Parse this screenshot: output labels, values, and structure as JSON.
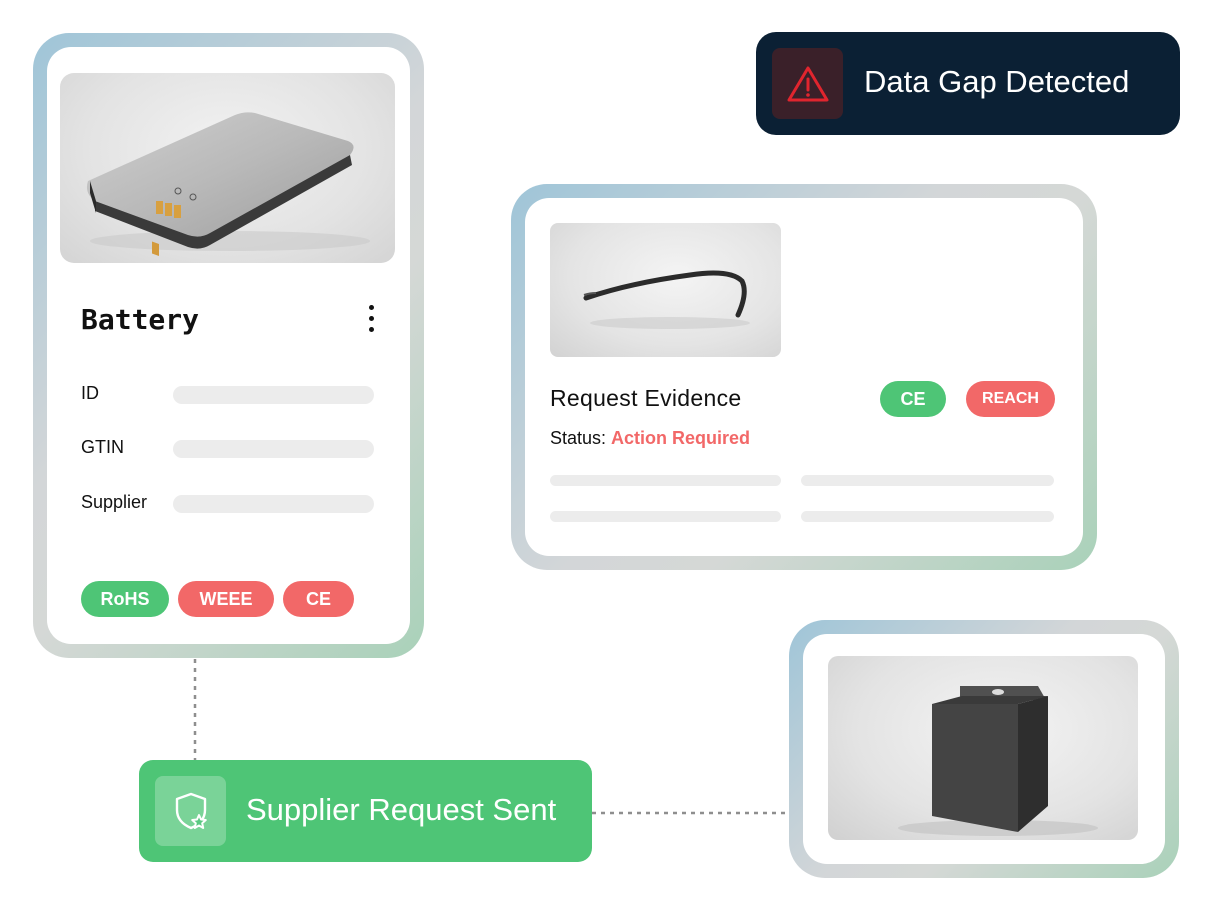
{
  "battery_card": {
    "title": "Battery",
    "fields": [
      {
        "label": "ID"
      },
      {
        "label": "GTIN"
      },
      {
        "label": "Supplier"
      }
    ],
    "badges": [
      {
        "label": "RoHS",
        "color": "#4ec576"
      },
      {
        "label": "WEEE",
        "color": "#f26868"
      },
      {
        "label": "CE",
        "color": "#f26868"
      }
    ]
  },
  "gap_banner": {
    "text": "Data Gap Detected",
    "icon": "warning-triangle-icon",
    "color": "#0b2034"
  },
  "evidence_card": {
    "title": "Request Evidence",
    "status_label": "Status:",
    "status_value": "Action Required",
    "badges": [
      {
        "label": "CE",
        "color": "#4ec576"
      },
      {
        "label": "REACH",
        "color": "#f26868"
      }
    ]
  },
  "supplier_banner": {
    "text": "Supplier Request Sent",
    "icon": "shield-star-icon",
    "color": "#4ec576"
  },
  "colors": {
    "green": "#4ec576",
    "red": "#f26868",
    "navy": "#0b2034"
  }
}
